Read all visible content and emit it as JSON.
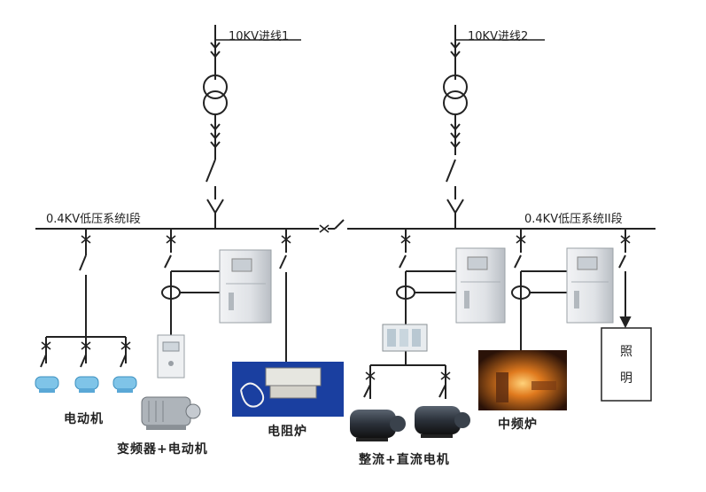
{
  "feeders": {
    "feeder1": "10KV进线1",
    "feeder2": "10KV进线2"
  },
  "buses": {
    "bus1": "0.4KV低压系统I段",
    "bus2": "0.4KV低压系统II段"
  },
  "loads": {
    "motor": "电动机",
    "vfd_motor": "变频器+电动机",
    "resistance_furnace": "电阻炉",
    "rectifier_dc_motor": "整流+直流电机",
    "mid_freq_furnace": "中频炉"
  },
  "lighting": {
    "char1": "照",
    "char2": "明"
  },
  "colors": {
    "line": "#222222",
    "cabinet": "#dcdfe2",
    "accent_blue": "#7fc4e8"
  }
}
